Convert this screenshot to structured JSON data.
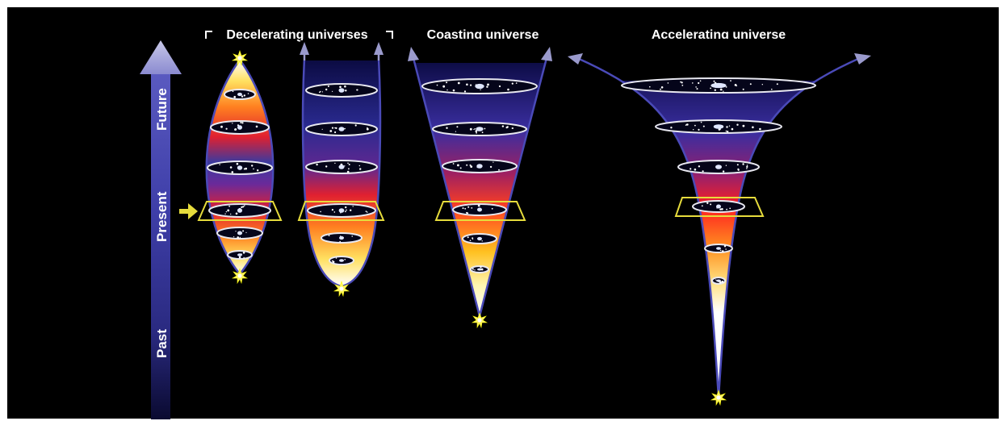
{
  "headings": {
    "decelerating": "Decelerating universes",
    "coasting": "Coasting universe",
    "accelerating": "Accelerating universe"
  },
  "time_axis": {
    "future": "Future",
    "present": "Present",
    "past": "Past"
  },
  "colors": {
    "background": "#000000",
    "frame": "#ffffff",
    "outline": "#4a4ab8",
    "arrow": "#9a9acc",
    "present_marker": "#e6dc3c",
    "big_bang_flash": "#fff36a"
  },
  "icons": {
    "big_bang": "star-burst",
    "present_pointer": "arrow-right",
    "expansion": "arrow-up"
  }
}
